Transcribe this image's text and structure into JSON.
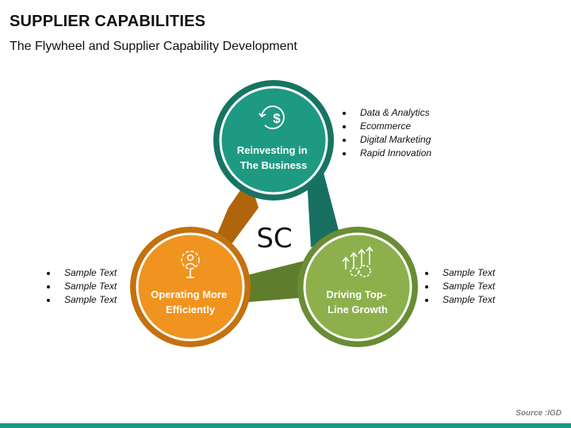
{
  "header": {
    "title": "SUPPLIER CAPABILITIES",
    "subtitle": "The Flywheel and Supplier Capability Development"
  },
  "diagram": {
    "center_label": "SC",
    "nodes": [
      {
        "label_line1": "Reinvesting in",
        "label_line2": "The Business",
        "icon": "dollar-cycle-icon",
        "color": "#1e9a82",
        "bullets": [
          "Data & Analytics",
          "Ecommerce",
          "Digital Marketing",
          "Rapid Innovation"
        ]
      },
      {
        "label_line1": "Operating More",
        "label_line2": "Efficiently",
        "icon": "gear-person-icon",
        "color": "#f0931f",
        "bullets": [
          "Sample Text",
          "Sample Text",
          "Sample Text"
        ]
      },
      {
        "label_line1": "Driving Top-",
        "label_line2": "Line Growth",
        "icon": "growth-arrows-gears-icon",
        "color": "#8db04c",
        "bullets": [
          "Sample Text",
          "Sample Text",
          "Sample Text"
        ]
      }
    ]
  },
  "footer": {
    "source": "Source :IGD",
    "bar_color": "#1a9a85"
  }
}
